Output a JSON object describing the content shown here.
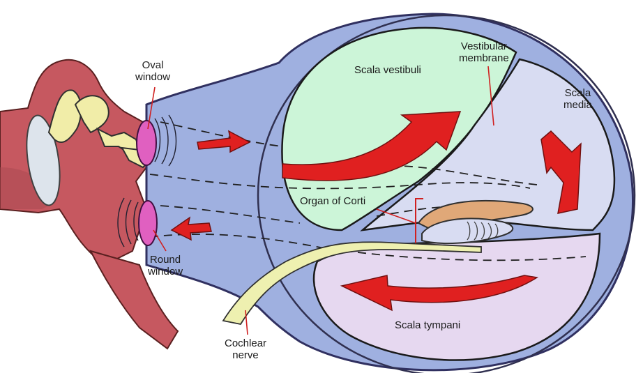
{
  "labels": {
    "oval_window": [
      "Oval",
      "window"
    ],
    "round_window": [
      "Round",
      "window"
    ],
    "scala_vestibuli": "Scala vestibuli",
    "vestibular_membrane": [
      "Vestibular",
      "membrane"
    ],
    "scala_media": [
      "Scala",
      "media"
    ],
    "organ_of_corti": "Organ of Corti",
    "scala_tympani": "Scala tympani",
    "cochlear_nerve": [
      "Cochlear",
      "nerve"
    ]
  },
  "colors": {
    "cochlea_blue": "#9fb0e0",
    "scala_vestibuli_fill": "#ccf5d8",
    "scala_media_fill": "#d8dcf2",
    "scala_tympani_fill": "#e6d8f0",
    "arrow_red": "#e02020",
    "tissue_red": "#c65860",
    "ossicle_yellow": "#f1eda8",
    "organ_tan": "#e0a878",
    "nerve_yellow": "#eef0b0",
    "window_pink": "#e060c0"
  }
}
